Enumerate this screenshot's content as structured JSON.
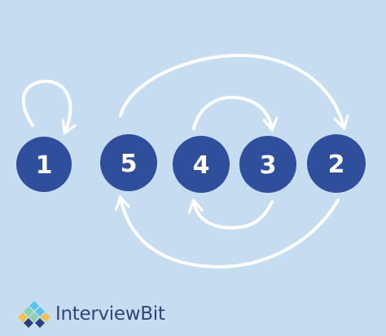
{
  "diagram": {
    "background": "#c6dcf1",
    "node_color": "#2f4f9c",
    "arrow_color": "#ffffff",
    "nodes": [
      {
        "id": "1",
        "label": "1"
      },
      {
        "id": "5",
        "label": "5"
      },
      {
        "id": "4",
        "label": "4"
      },
      {
        "id": "3",
        "label": "3"
      },
      {
        "id": "2",
        "label": "2"
      }
    ],
    "edges": [
      {
        "from": "1",
        "to": "1"
      },
      {
        "from": "5",
        "to": "2"
      },
      {
        "from": "2",
        "to": "5"
      },
      {
        "from": "4",
        "to": "3"
      },
      {
        "from": "3",
        "to": "4"
      }
    ]
  },
  "brand": {
    "name_part1": "Interview",
    "name_part2": "Bit",
    "logo_colors": [
      "#5bc0eb",
      "#8ad0a8",
      "#f2c14e",
      "#2c3f78"
    ]
  }
}
